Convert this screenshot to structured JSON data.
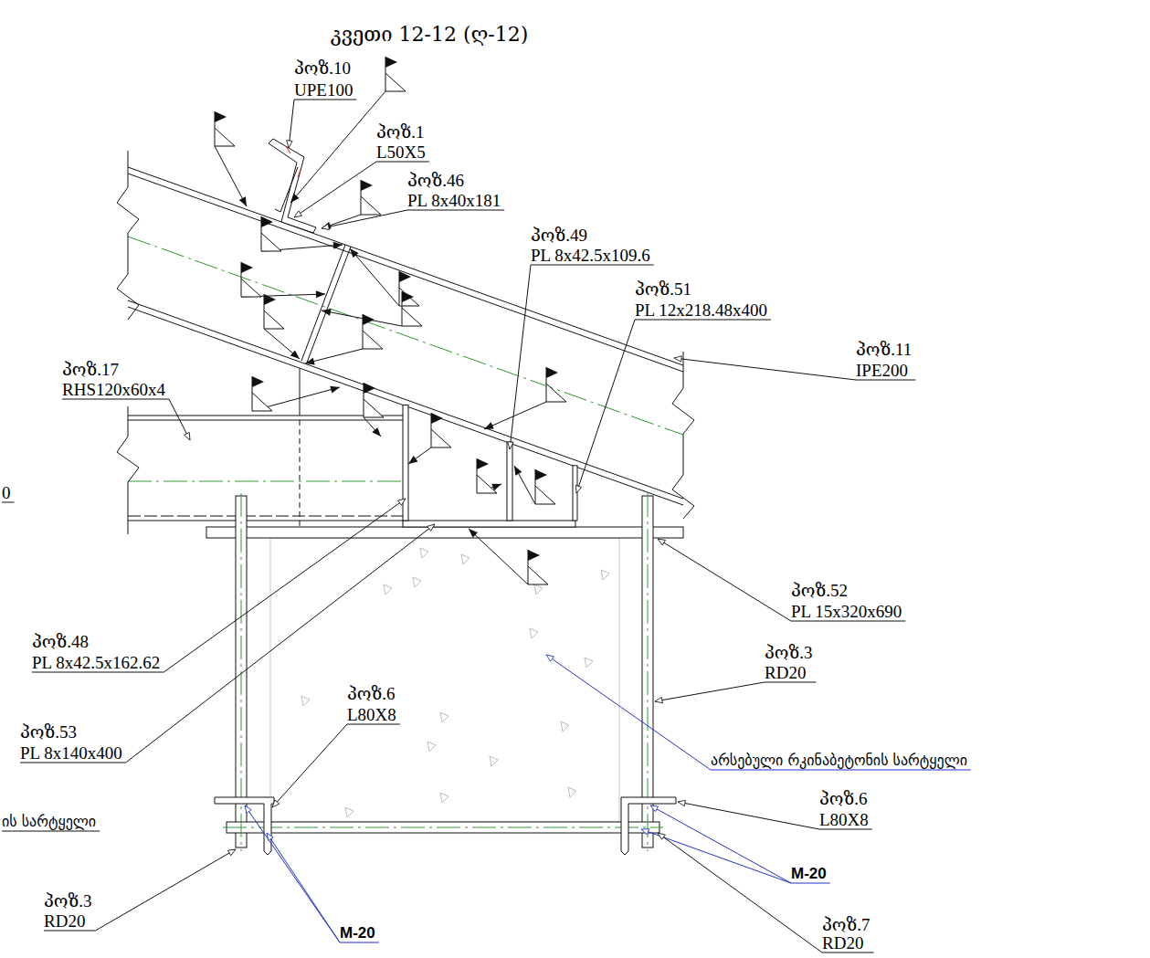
{
  "diagram": {
    "title": "კვეთი 12-12 (ღ-12)",
    "labels": [
      "პოზ.10",
      "UPE100",
      "პოზ.1",
      "L50X5",
      "პოზ.46",
      "PL 8x40x181",
      "პოზ.49",
      "PL 8x42.5x109.6",
      "პოზ.51",
      "PL 12x218.48x400",
      "პოზ.17",
      "RHS120x60x4",
      "პოზ.11",
      "IPE200",
      "0",
      "პოზ.52",
      "PL 15x320x690",
      "პოზ.48",
      "PL 8x42.5x162.62",
      "პოზ.3",
      "RD20",
      "პოზ.6",
      "L80X8",
      "პოზ.53",
      "PL 8x140x400",
      "არსებული რკინაბეტონის სარტყელი",
      "ის სარტყელი",
      "პოზ.6",
      "L80X8",
      "M-20",
      "პოზ.3",
      "RD20",
      "M-20",
      "პოზ.7",
      "RD20"
    ]
  }
}
